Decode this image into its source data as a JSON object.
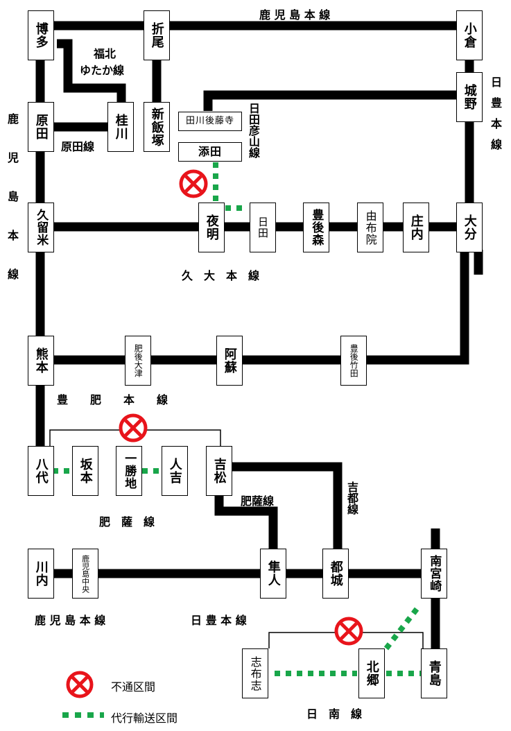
{
  "stations": {
    "hakata": "博多",
    "orio": "折尾",
    "kokura": "小倉",
    "jono": "城野",
    "haruda": "原田",
    "keisen": "桂川",
    "shiniizuka": "新飯塚",
    "tagawagotoji": "田川後藤寺",
    "soeda": "添田",
    "kurume": "久留米",
    "yoake": "夜明",
    "hita": "日田",
    "bungomori": "豊後森",
    "yufuin": "由布院",
    "shonai": "庄内",
    "oita": "大分",
    "kumamoto": "熊本",
    "higoozu": "肥後大津",
    "aso": "阿蘇",
    "bungotaketa": "豊後竹田",
    "yatsushiro": "八代",
    "sakamoto": "坂本",
    "isshochi": "一勝地",
    "hitoyoshi": "人吉",
    "yoshimatsu": "吉松",
    "sendai": "川内",
    "kagoshimachuo": "鹿児島中央",
    "hayato": "隼人",
    "miyakonojo": "都城",
    "minamimiyazaki": "南宮崎",
    "shibushi": "志布志",
    "kitago": "北郷",
    "aoshima": "青島"
  },
  "lines": {
    "kagoshima_top": "鹿 児 島 本 線",
    "fukuhoku_1": "福北",
    "fukuhoku_2": "ゆたか線",
    "haruda": "原田線",
    "hitahikosan": "日田彦山線",
    "nippo_right": "日豊本線",
    "kagoshima_left": "鹿児島本線",
    "kyudai": "久　大　本　線",
    "hohi": "豊　　肥　　本　　線",
    "hisatsu_1": "肥薩線",
    "kitto": "吉都線",
    "hisatsu_2": "肥　薩　線",
    "kagoshima_bottom": "鹿 児 島 本 線",
    "nippo_bottom": "日 豊 本 線",
    "nichinan": "日　南　線"
  },
  "legend": {
    "closed": "不通区間",
    "substitute": "代行輸送区間"
  },
  "colors": {
    "line": "#000000",
    "closed_mark": "#e8141b",
    "substitute": "#19a64a"
  }
}
